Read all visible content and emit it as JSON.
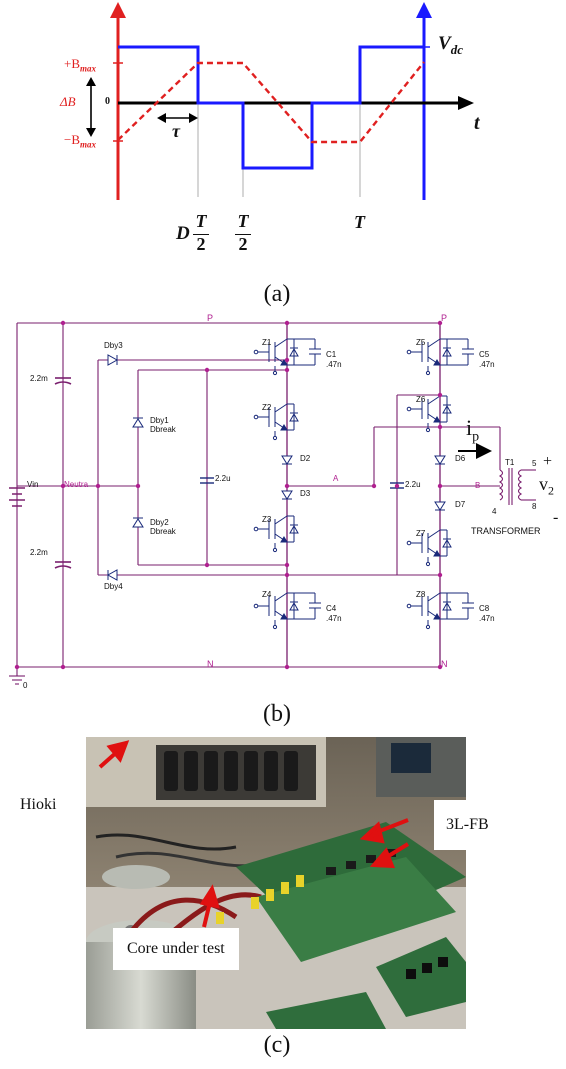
{
  "panel_a": {
    "caption": "(a)",
    "vdc": "V",
    "vdc_sub": "dc",
    "t": "t",
    "zero": "0",
    "bmax_pos_prefix": "+B",
    "bmax_neg_prefix": "−B",
    "bmax_sub": "max",
    "delta_b": "ΔB",
    "tau": "τ",
    "d_prefix": "D",
    "frac_num": "T",
    "frac_den": "2",
    "T": "T",
    "colors": {
      "voltage": "#1a1aff",
      "flux": "#e02020",
      "axis": "#000000"
    }
  },
  "panel_b": {
    "caption": "(b)",
    "rails": {
      "p1": "P",
      "p2": "P",
      "n1": "N",
      "n2": "N"
    },
    "source": {
      "vin": "Vin",
      "neutral": "Neutra",
      "ground": "0"
    },
    "caps_dc": [
      "2.2m",
      "2.2m"
    ],
    "diodes": [
      "Dby3",
      "Dby4"
    ],
    "dby1": [
      "Dby1",
      "Dbreak"
    ],
    "dby2": [
      "Dby2",
      "Dbreak"
    ],
    "flying_caps": [
      "2.2u",
      "2.2u"
    ],
    "switches_left": [
      "Z1",
      "Z2",
      "Z3",
      "Z4"
    ],
    "switches_right": [
      "Z5",
      "Z6",
      "Z7",
      "Z8"
    ],
    "snubber_names": [
      "C1",
      "C4",
      "C5",
      "C8"
    ],
    "snubber_value": ".47n",
    "clamp_diodes": [
      "D2",
      "D3",
      "D6",
      "D7"
    ],
    "nodes": {
      "a": "A",
      "b": "B"
    },
    "transformer": {
      "name": "T1",
      "label": "TRANSFORMER",
      "pin5": "5",
      "pin8": "8",
      "pin4": "4"
    },
    "current": {
      "main": "i",
      "sub": "p"
    },
    "voltage": {
      "main": "v",
      "sub": "2",
      "plus": "+",
      "minus": "-"
    }
  },
  "panel_c": {
    "caption": "(c)",
    "callouts": {
      "hioki": "Hioki",
      "fb": "3L-FB",
      "core": "Core under test"
    }
  }
}
